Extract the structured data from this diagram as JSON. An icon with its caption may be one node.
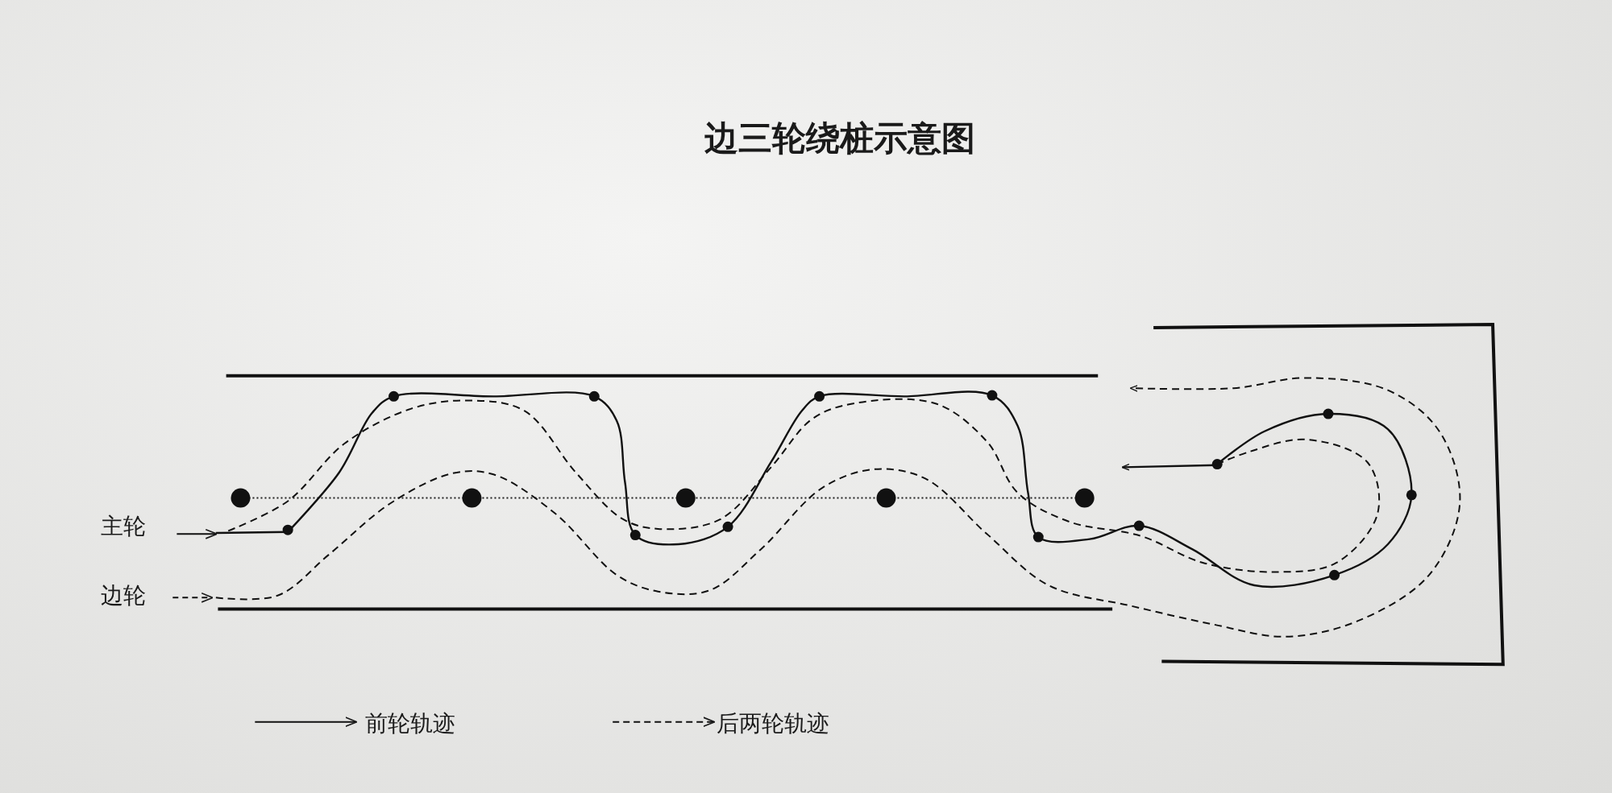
{
  "diagram": {
    "title": "边三轮绕桩示意图",
    "labels": [
      "主轮",
      "边轮"
    ],
    "legend": [
      {
        "text": "前轮轨迹"
      },
      {
        "text": "后两轮轨迹"
      }
    ]
  }
}
